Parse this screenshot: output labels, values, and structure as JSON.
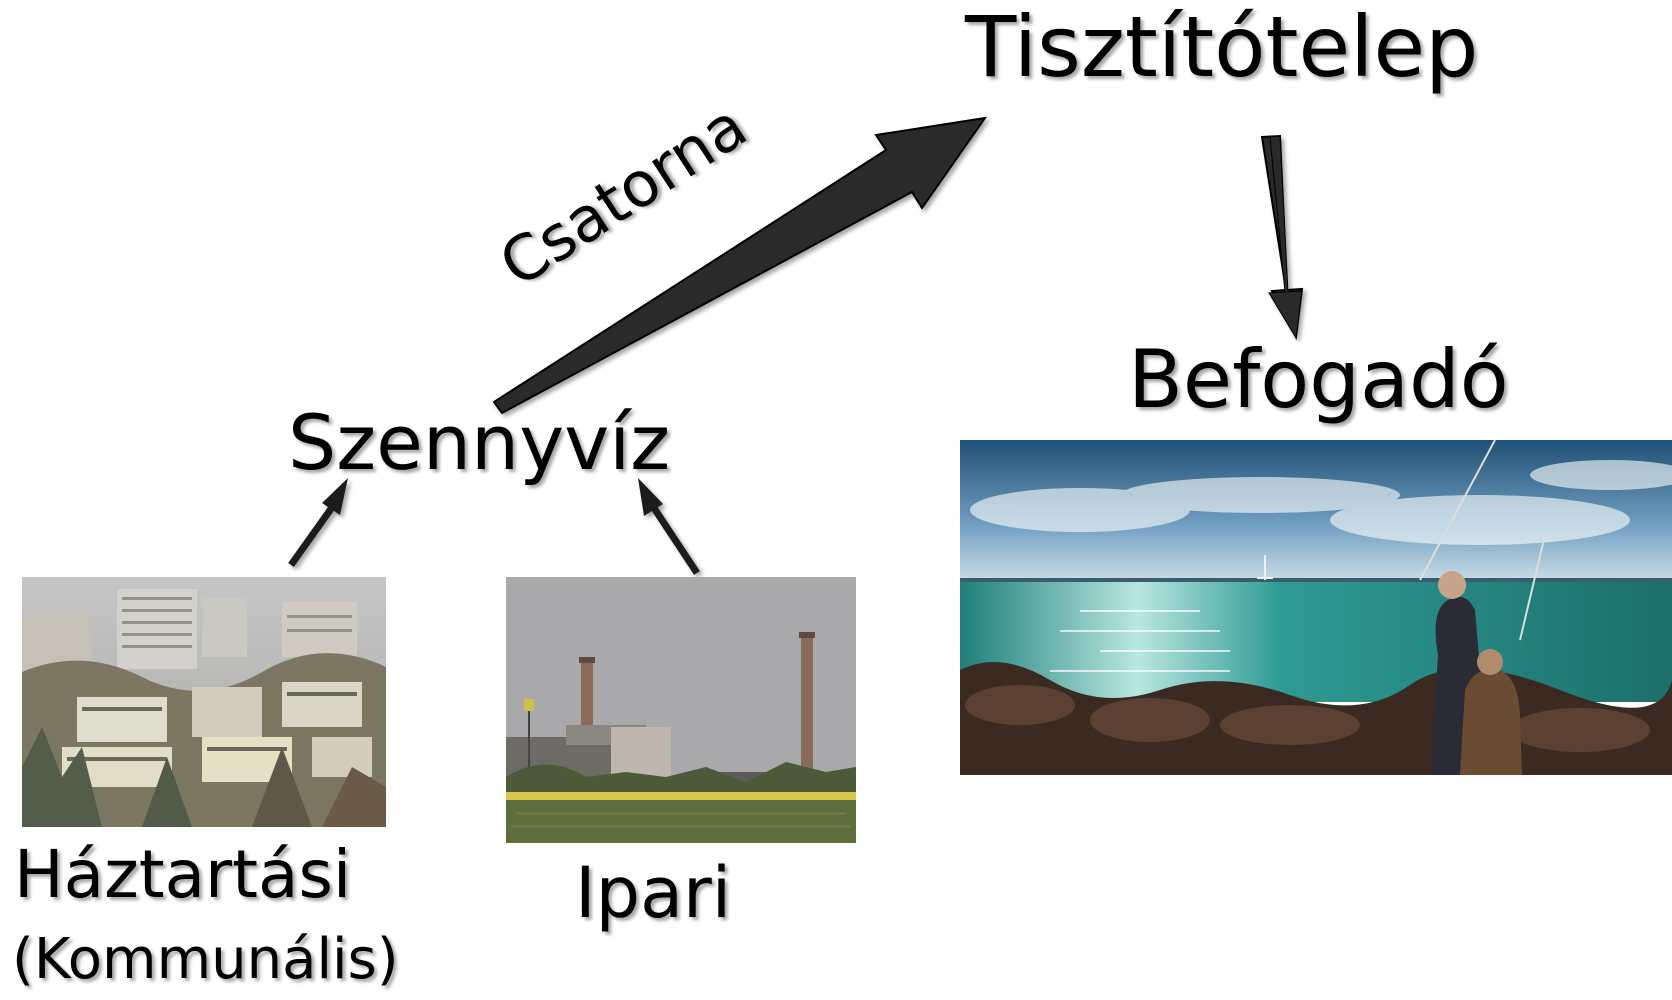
{
  "nodes": {
    "treatment_plant": "Tisztítótelep",
    "wastewater": "Szennyvíz",
    "receiver": "Befogadó",
    "household": "Háztartási",
    "household_sub": "(Kommunális)",
    "industrial": "Ipari"
  },
  "edges": {
    "sewer": "Csatorna"
  }
}
